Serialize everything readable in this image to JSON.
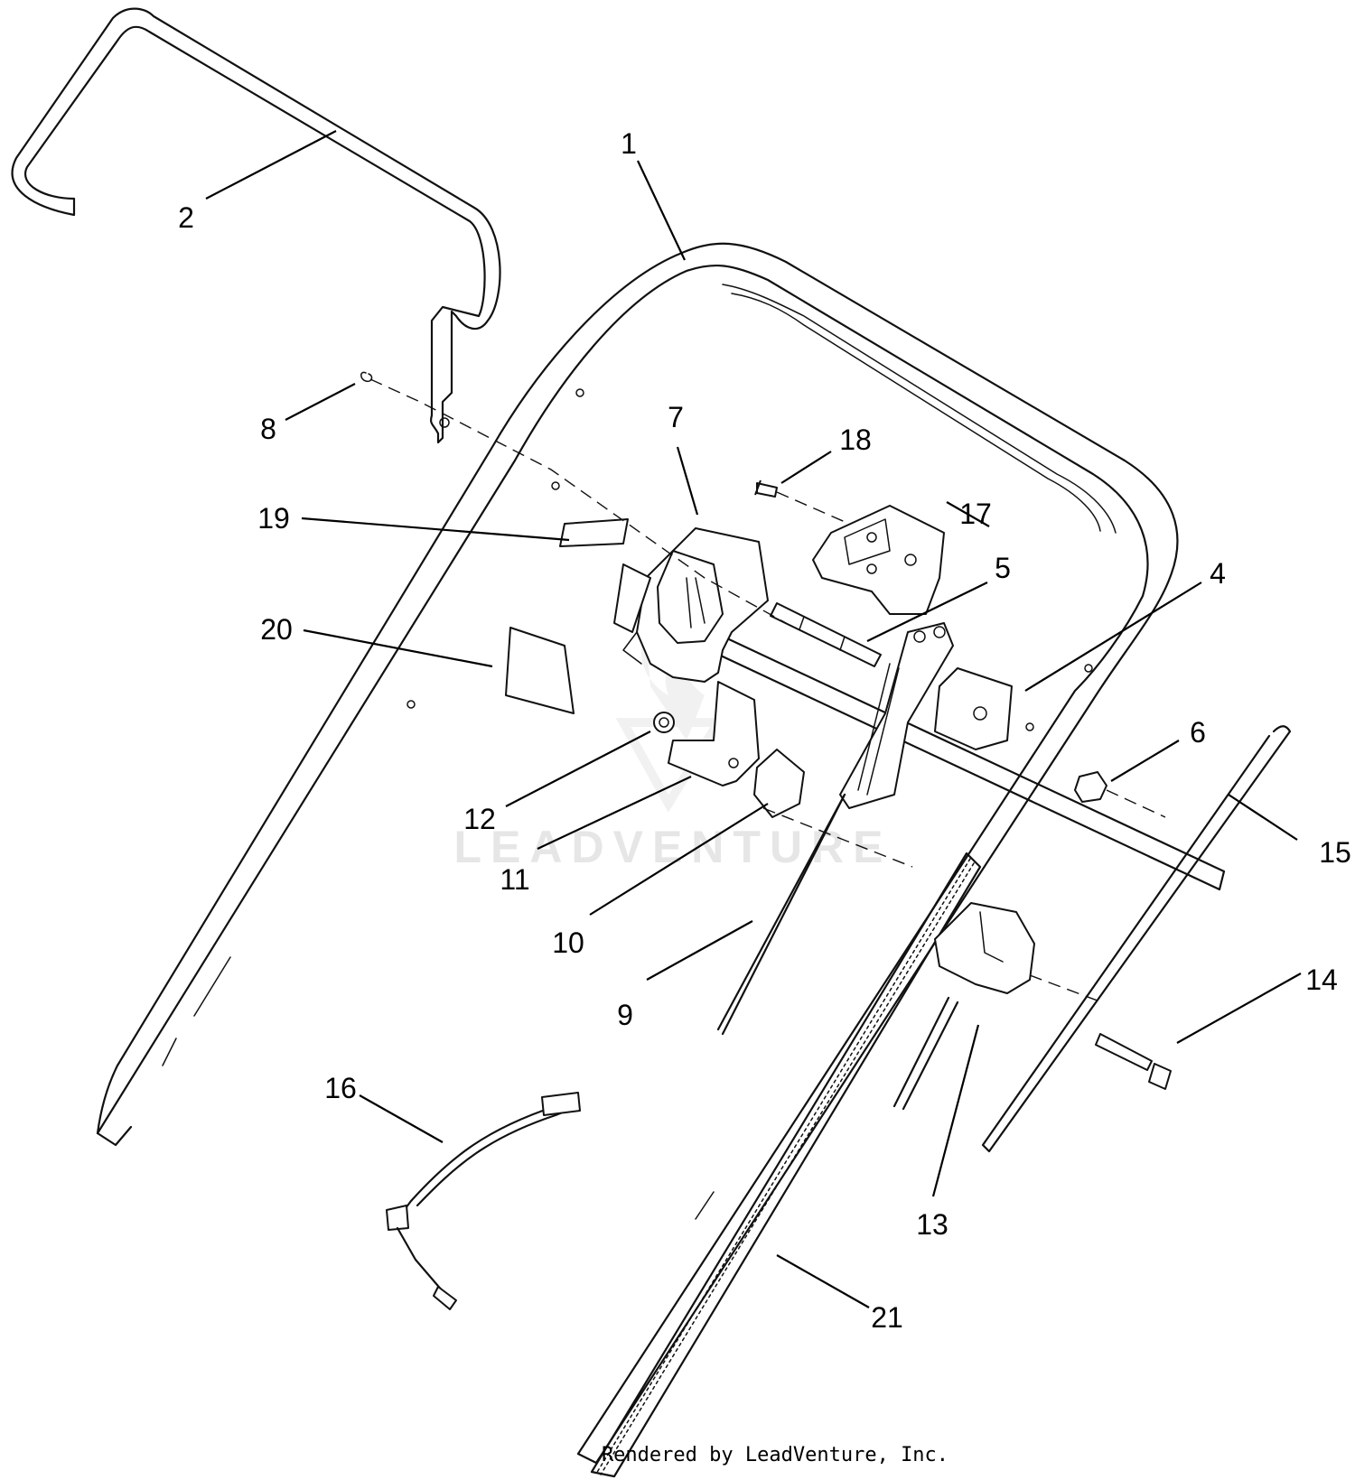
{
  "callouts": [
    "1",
    "2",
    "4",
    "5",
    "6",
    "7",
    "8",
    "9",
    "10",
    "11",
    "12",
    "13",
    "14",
    "15",
    "16",
    "17",
    "18",
    "19",
    "20",
    "21"
  ],
  "watermark": "LEADVENTURE",
  "credit": "Rendered by LeadVenture, Inc."
}
